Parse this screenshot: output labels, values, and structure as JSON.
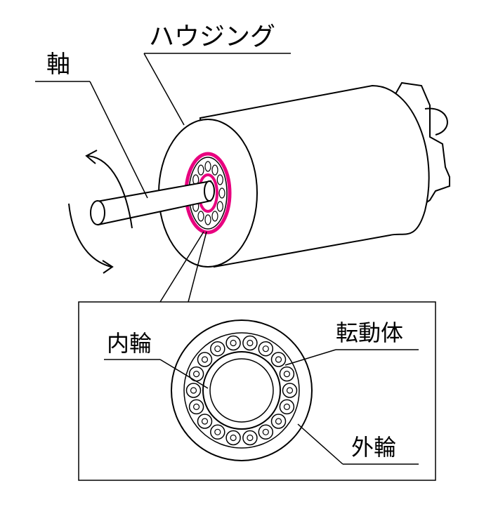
{
  "labels": {
    "housing": "ハウジング",
    "shaft": "軸",
    "inner_ring": "内輪",
    "rolling_element": "転動体",
    "outer_ring": "外輪"
  },
  "colors": {
    "line": "#000000",
    "highlight": "#e8007f",
    "background": "#ffffff"
  }
}
